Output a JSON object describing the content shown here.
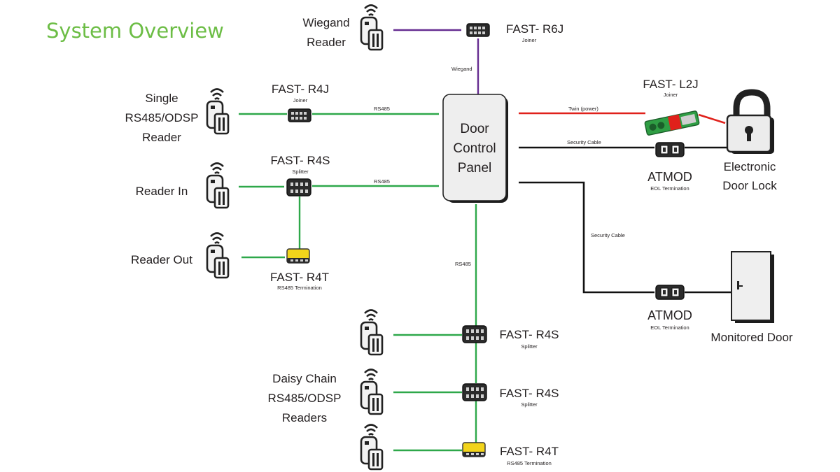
{
  "title": "System Overview",
  "colors": {
    "title": "#6cbd45",
    "rs485": "#2ea84a",
    "wiegand": "#662d91",
    "power": "#e0211b",
    "security": "#111111",
    "termination": "#f2d41b"
  },
  "panel": {
    "line1": "Door",
    "line2": "Control",
    "line3": "Panel"
  },
  "wiegand_reader": {
    "line1": "Wiegand",
    "line2": "Reader"
  },
  "single_reader": {
    "line1": "Single",
    "line2": "RS485/ODSP",
    "line3": "Reader"
  },
  "reader_in": {
    "label": "Reader In"
  },
  "reader_out": {
    "label": "Reader Out"
  },
  "daisy_chain": {
    "line1": "Daisy Chain",
    "line2": "RS485/ODSP",
    "line3": "Readers"
  },
  "fast_r6j": {
    "name": "FAST- R6J",
    "sub": "Joiner"
  },
  "fast_r4j": {
    "name": "FAST- R4J",
    "sub": "Joiner"
  },
  "fast_r4s_top": {
    "name": "FAST- R4S",
    "sub": "Splitter"
  },
  "fast_r4t_left": {
    "name": "FAST- R4T",
    "sub": "RS485 Termination"
  },
  "fast_l2j": {
    "name": "FAST- L2J",
    "sub": "Joiner"
  },
  "atmod_lock": {
    "name": "ATMOD",
    "sub": "EOL Termination"
  },
  "atmod_door": {
    "name": "ATMOD",
    "sub": "EOL Termination"
  },
  "lock": {
    "line1": "Electronic",
    "line2": "Door Lock"
  },
  "door": {
    "label": "Monitored Door"
  },
  "chain1": {
    "name": "FAST- R4S",
    "sub": "Splitter"
  },
  "chain2": {
    "name": "FAST- R4S",
    "sub": "Splitter"
  },
  "chain3": {
    "name": "FAST- R4T",
    "sub": "RS485 Termination"
  },
  "wires": {
    "wiegand": "Wiegand",
    "rs485_single": "RS485",
    "rs485_in": "RS485",
    "rs485_down": "RS485",
    "power": "Twin (power)",
    "security_lock": "Security Cable",
    "security_door": "Security Cable"
  }
}
